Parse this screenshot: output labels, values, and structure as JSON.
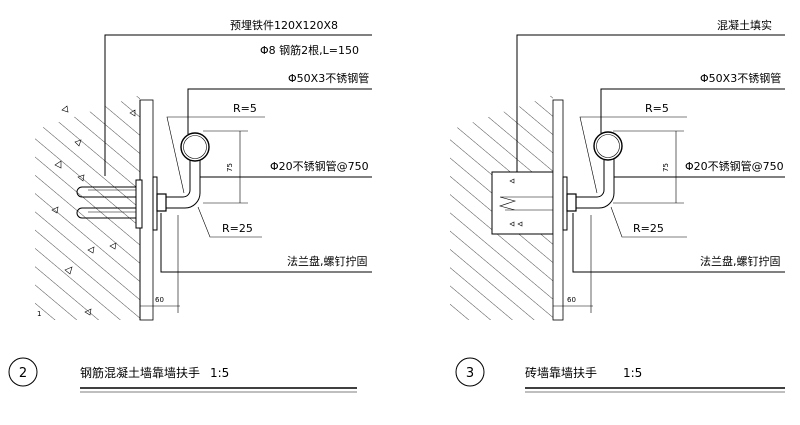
{
  "detail_2": {
    "number": "2",
    "title": "钢筋混凝土墙靠墙扶手",
    "scale": "1:5",
    "labels": {
      "embedded_plate": "预埋铁件120X120X8",
      "rebar": "Φ8 钢筋2根,L=150",
      "handrail_tube": "Φ50X3不锈钢管",
      "radius_small": "R=5",
      "support_tube": "Φ20不锈钢管@750",
      "radius_large": "R=25",
      "flange": "法兰盘,螺钉拧固",
      "dim_offset": "60",
      "dim_height": "75",
      "corner_mark": "1"
    }
  },
  "detail_3": {
    "number": "3",
    "title": "砖墙靠墙扶手",
    "scale": "1:5",
    "labels": {
      "concrete_fill": "混凝土填实",
      "handrail_tube": "Φ50X3不锈钢管",
      "radius_small": "R=5",
      "support_tube": "Φ20不锈钢管@750",
      "radius_large": "R=25",
      "flange": "法兰盘,螺钉拧固",
      "dim_offset": "60",
      "dim_height": "75"
    }
  }
}
